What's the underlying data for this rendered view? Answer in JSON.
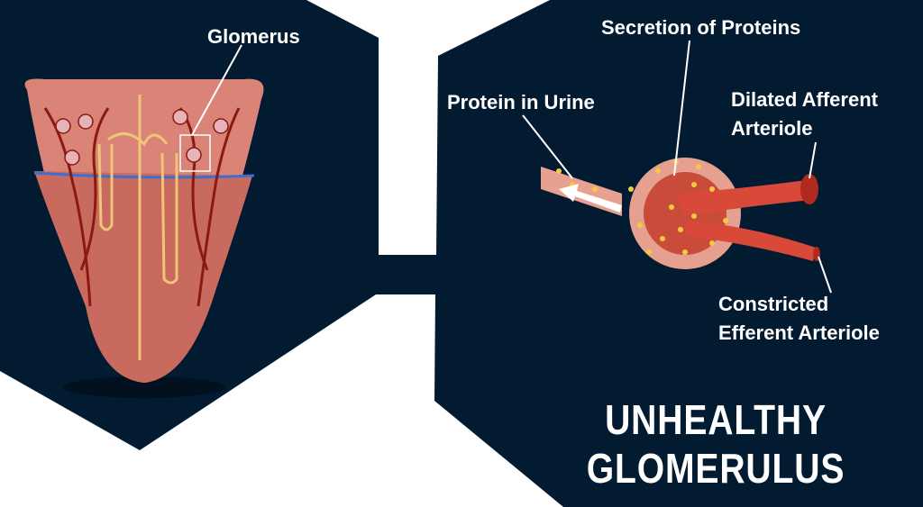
{
  "labels": {
    "glomerus": "Glomerus",
    "secretion": "Secretion of Proteins",
    "protein_urine": "Protein in Urine",
    "dilated_1": "Dilated Afferent",
    "dilated_2": "Arteriole",
    "constricted_1": "Constricted",
    "constricted_2": "Efferent Arteriole"
  },
  "title": {
    "line1": "UNHEALTHY",
    "line2": "GLOMERULUS"
  },
  "colors": {
    "panel": "#021b30",
    "tissue": "#d98477",
    "vessel": "#8a1a10",
    "tubule": "#f0c57a",
    "protein": "#f5c842"
  }
}
